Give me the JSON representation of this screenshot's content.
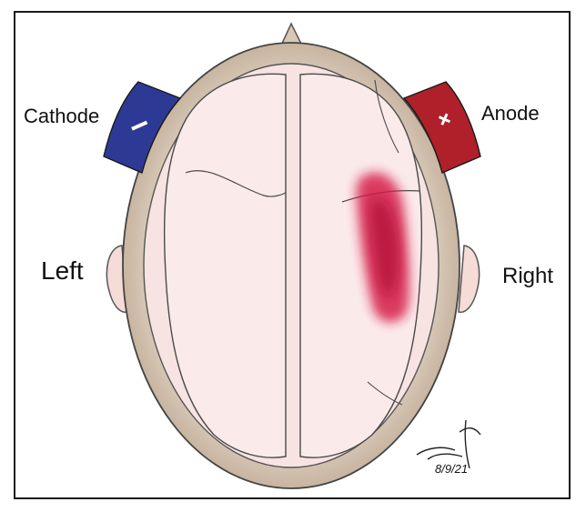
{
  "labels": {
    "cathode": "Cathode",
    "anode": "Anode",
    "left": "Left",
    "right": "Right",
    "cathode_symbol": "−",
    "anode_symbol": "+"
  },
  "signature": {
    "date": "8/9/21"
  },
  "colors": {
    "cathode_pad": "#2c3a96",
    "anode_pad": "#b0202a",
    "skull": "#c9b8a6",
    "brain": "#f9e6e4",
    "stimulation": "#d61a4a",
    "outline": "#333333"
  }
}
